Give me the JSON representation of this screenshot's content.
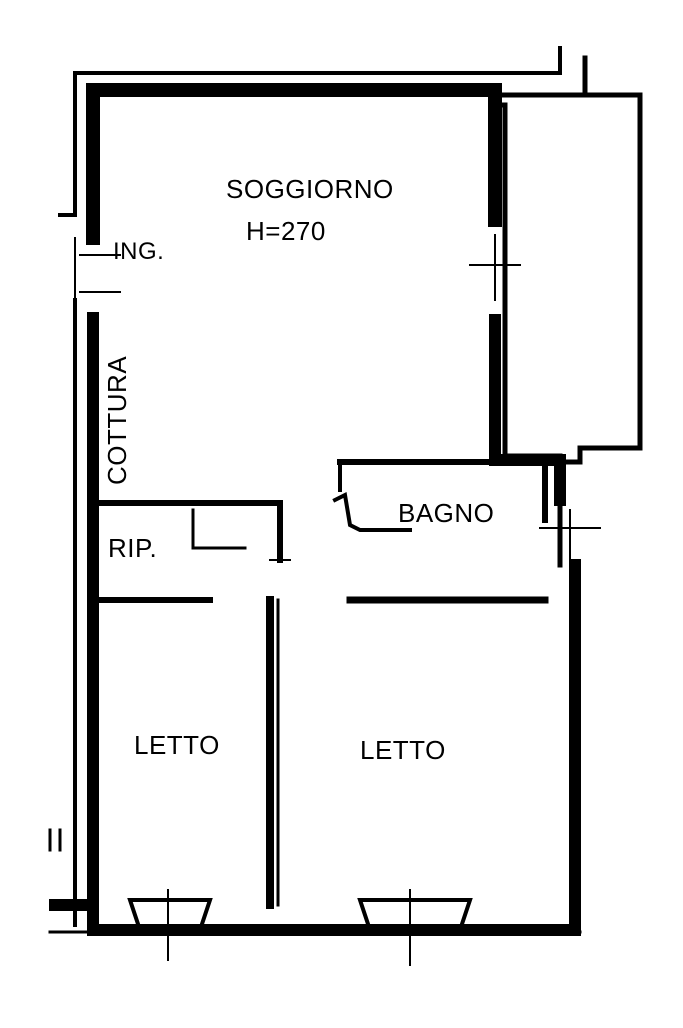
{
  "rooms": {
    "soggiorno": "SOGGIORNO",
    "height_note": "H=270",
    "ingresso": "ING.",
    "cottura": "COTTURA",
    "bagno": "BAGNO",
    "ripostiglio": "RIP.",
    "letto_left": "LETTO",
    "letto_right": "LETTO"
  }
}
